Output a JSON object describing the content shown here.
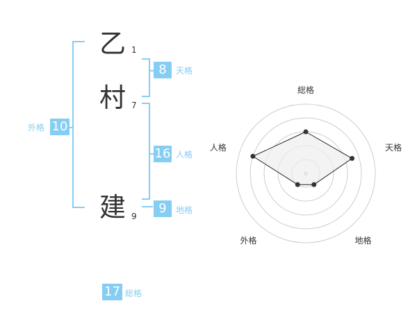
{
  "name": {
    "chars": [
      {
        "char": "乙",
        "strokes": "1"
      },
      {
        "char": "村",
        "strokes": "7"
      },
      {
        "char": "建",
        "strokes": "9"
      }
    ]
  },
  "kaku": {
    "tenkaku": {
      "value": "8",
      "label": "天格"
    },
    "jinkaku": {
      "value": "16",
      "label": "人格"
    },
    "chikaku": {
      "value": "9",
      "label": "地格"
    },
    "gaikaku": {
      "value": "10",
      "label": "外格"
    },
    "soukaku": {
      "value": "17",
      "label": "総格"
    }
  },
  "chart_data": {
    "type": "radar",
    "axes": [
      "総格",
      "天格",
      "地格",
      "外格",
      "人格"
    ],
    "values": [
      3,
      3.5,
      1,
      1,
      4
    ],
    "rmax": 5,
    "rings": 5,
    "colors": {
      "fill": "#eeeeee",
      "line": "#222222",
      "grid": "#cccccc",
      "point": "#333333"
    }
  }
}
